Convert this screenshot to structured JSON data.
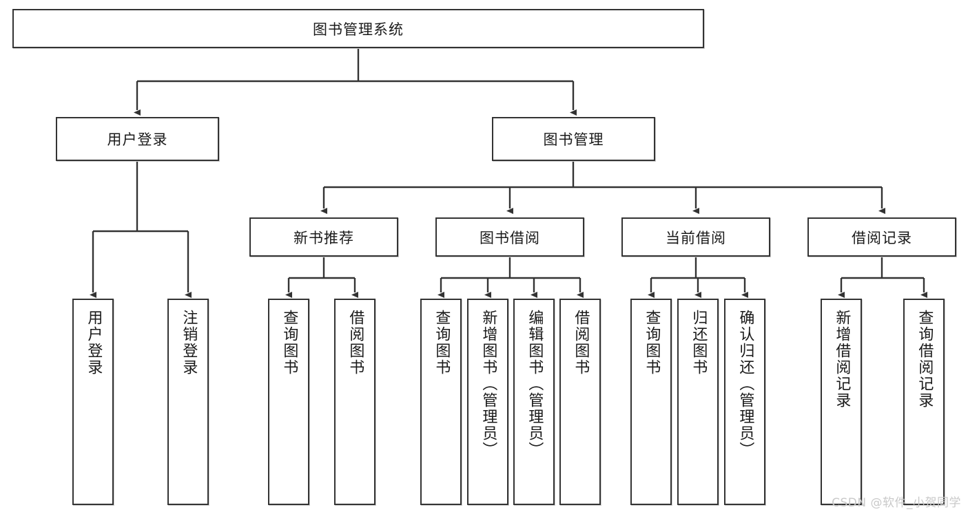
{
  "diagram": {
    "type": "tree",
    "title": "图书管理系统",
    "watermark": "CSDN @软件_小贺同学",
    "style": {
      "stroke": "#333333",
      "fill": "#ffffff",
      "background": "#ffffff",
      "text": "#1a1a1a",
      "watermark_color": "#c9c9c9"
    },
    "nodes": {
      "root": "图书管理系统",
      "level2": [
        {
          "label": "用户登录"
        },
        {
          "label": "图书管理"
        }
      ],
      "level3": [
        {
          "label": "新书推荐"
        },
        {
          "label": "图书借阅"
        },
        {
          "label": "当前借阅"
        },
        {
          "label": "借阅记录"
        }
      ],
      "leaves": {
        "user_login": [
          {
            "label": "用户登录"
          },
          {
            "label": "注销登录"
          }
        ],
        "new_book_recommend": [
          {
            "label": "查询图书"
          },
          {
            "label": "借阅图书"
          }
        ],
        "book_borrow": [
          {
            "label": "查询图书"
          },
          {
            "label": "新增图书（管理员）"
          },
          {
            "label": "编辑图书（管理员）"
          },
          {
            "label": "借阅图书"
          }
        ],
        "current_borrow": [
          {
            "label": "查询图书"
          },
          {
            "label": "归还图书"
          },
          {
            "label": "确认归还（管理员）"
          }
        ],
        "borrow_records": [
          {
            "label": "新增借阅记录"
          },
          {
            "label": "查询借阅记录"
          }
        ]
      }
    }
  }
}
